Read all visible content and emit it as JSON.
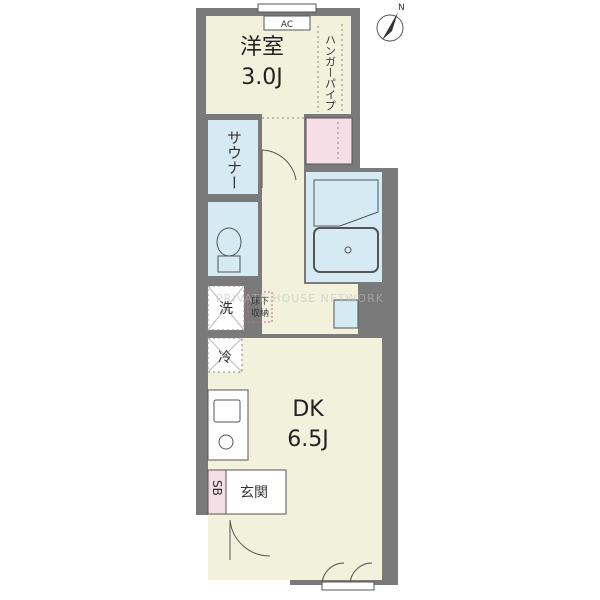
{
  "rooms": {
    "western": {
      "name": "洋室",
      "size": "3.0J"
    },
    "dk": {
      "name": "DK",
      "size": "6.5J"
    }
  },
  "labels": {
    "ac": "AC",
    "hanger_pipe": "ハンガーパイプ",
    "sauna": "サウナー",
    "washer": "洗",
    "underfloor_storage_1": "床下",
    "underfloor_storage_2": "収納",
    "fridge": "冷",
    "shoe_box": "SB",
    "entrance": "玄関"
  },
  "compass": {
    "north": "N"
  },
  "watermark": "PRIVATE HOUSE NETWORK",
  "colors": {
    "wall": "#7a7a7a",
    "floor": "#f1f1dc",
    "wet": "#d6eaf3",
    "closet": "#f7dde6",
    "outline": "#555555"
  }
}
